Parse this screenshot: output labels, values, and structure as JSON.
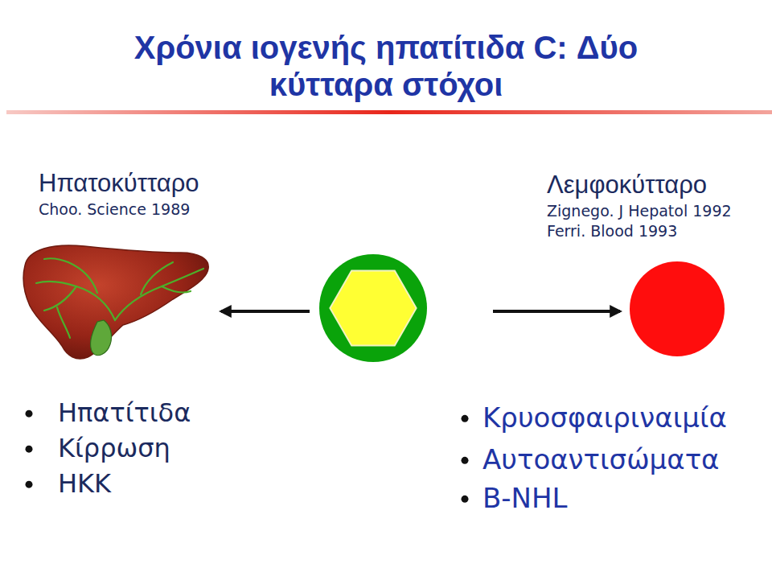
{
  "diagram": {
    "title": "Χρόνια ιογενής ηπατίτιδα C: Δύο κύτταρα στόχοι",
    "nodes": [
      {
        "text": [
          "Ηπατοκύτταρο",
          "Choo. Science 1989"
        ]
      },
      {
        "text": []
      },
      {
        "text": [
          "Λεμφοκύτταρο",
          "Zignego. J Hepatol 1992",
          "Ferri. Blood 1993"
        ]
      }
    ],
    "edges": [
      {
        "from": 1,
        "to": 0,
        "arrow": "to"
      },
      {
        "from": 1,
        "to": 2,
        "arrow": "to"
      }
    ],
    "labels": [
      "Ηπατίτιδα",
      "Κίρρωση",
      "ΗΚΚ",
      "Κρυοσφαιριναιμία",
      "Αυτοαντισώματα",
      "B-NHL"
    ]
  }
}
